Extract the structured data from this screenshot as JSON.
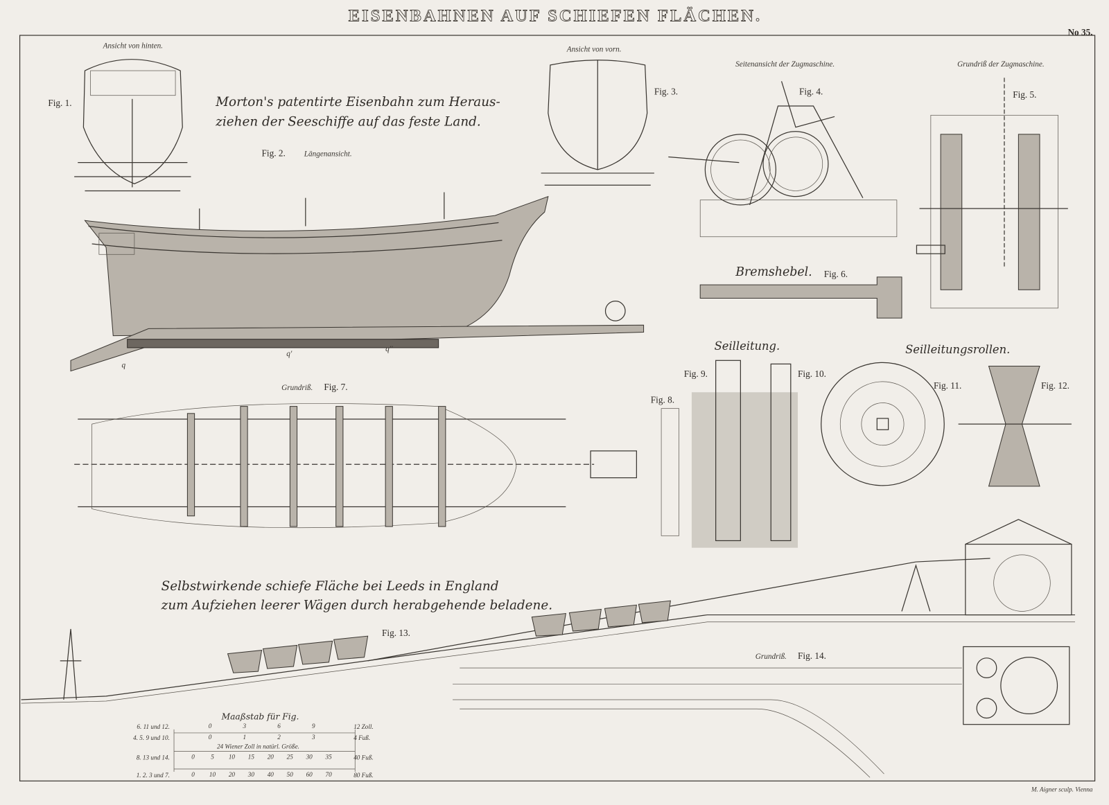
{
  "title": "EISENBAHNEN AUF SCHIEFEN FLÄCHEN.",
  "plate_number": "No 35.",
  "morton_caption": [
    "Morton's patentirte Eisenbahn zum Heraus-",
    "ziehen der Seeschiffe auf das feste Land."
  ],
  "leeds_caption": [
    "Selbstwirkende schiefe Fläche bei Leeds in England",
    "zum Aufziehen leerer Wägen durch herabgehende beladene."
  ],
  "figures": {
    "fig1": {
      "label": "Fig. 1.",
      "caption": "Ansicht von hinten."
    },
    "fig2": {
      "label": "Fig. 2.",
      "caption": "Längenansicht."
    },
    "fig3": {
      "label": "Fig. 3.",
      "caption": "Ansicht von vorn."
    },
    "fig4": {
      "label": "Fig. 4.",
      "caption": "Seitenansicht der Zugmaschine."
    },
    "fig5": {
      "label": "Fig. 5.",
      "caption": "Grundriß der Zugmaschine."
    },
    "fig6": {
      "label": "Fig. 6.",
      "caption": "Bremshebel."
    },
    "fig7": {
      "label": "Fig. 7.",
      "caption": "Grundriß."
    },
    "fig8": {
      "label": "Fig. 8."
    },
    "fig9": {
      "label": "Fig. 9."
    },
    "fig10": {
      "label": "Fig. 10."
    },
    "fig11": {
      "label": "Fig. 11."
    },
    "fig12": {
      "label": "Fig. 12."
    },
    "fig13": {
      "label": "Fig. 13."
    },
    "fig14": {
      "label": "Fig. 14.",
      "caption": "Grundriß."
    },
    "seilleitung": "Seilleitung.",
    "seilleitungsrollen": "Seilleitungsrollen."
  },
  "scale": {
    "title": "Maaßstab für Fig.",
    "note": "24 Wiener Zoll in natürl. Größe.",
    "rows": [
      {
        "figs": "6. 11 und 12.",
        "ticks": [
          "0",
          "3",
          "6",
          "9"
        ],
        "end": "12 Zoll."
      },
      {
        "figs": "4. 5. 9 und 10.",
        "ticks": [
          "0",
          "1",
          "2",
          "3"
        ],
        "end": "4 Fuß."
      },
      {
        "figs": "8. 13 und 14.",
        "ticks": [
          "0",
          "5",
          "10",
          "15",
          "20",
          "25",
          "30",
          "35"
        ],
        "end": "40 Fuß."
      },
      {
        "figs": "1. 2. 3 und 7.",
        "ticks": [
          "0",
          "10",
          "20",
          "30",
          "40",
          "50",
          "60",
          "70"
        ],
        "end": "80 Fuß."
      }
    ]
  },
  "signature": "M. Aigner sculp. Vienna"
}
